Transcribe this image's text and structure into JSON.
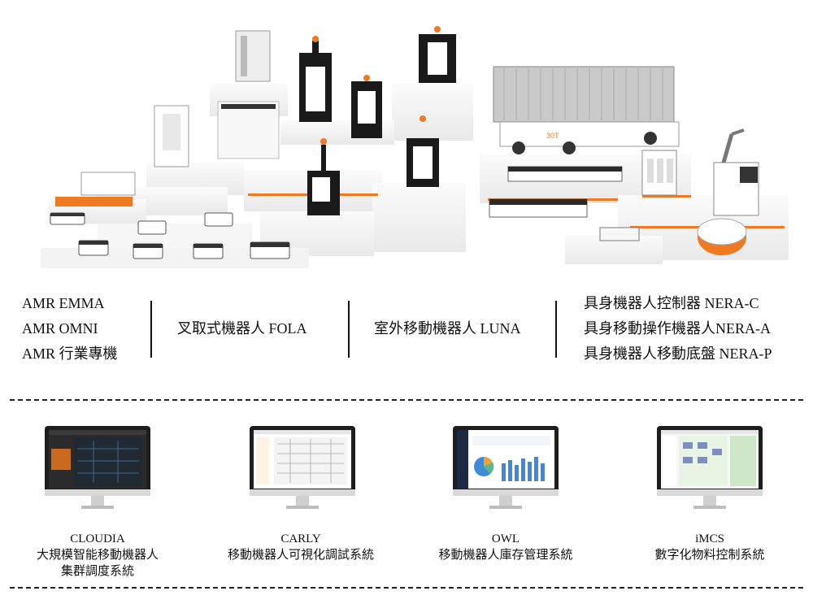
{
  "categories": {
    "amr": [
      "AMR EMMA",
      "AMR OMNI",
      "AMR 行業專機"
    ],
    "fola": "叉取式機器人 FOLA",
    "luna": "室外移動機器人 LUNA",
    "nera": [
      "具身機器人控制器 NERA-C",
      "具身移動操作機器人NERA-A",
      "具身機器人移動底盤 NERA-P"
    ]
  },
  "software": [
    {
      "name": "CLOUDIA",
      "desc1": "大規模智能移動機器人",
      "desc2": "集群調度系統"
    },
    {
      "name": "CARLY",
      "desc1": "移動機器人可視化調試系統",
      "desc2": ""
    },
    {
      "name": "OWL",
      "desc1": "移動機器人庫存管理系統",
      "desc2": ""
    },
    {
      "name": "iMCS",
      "desc1": "數字化物料控制系統",
      "desc2": ""
    }
  ],
  "container_label": "30T",
  "colors": {
    "accent": "#f07a22",
    "dark": "#1a1a1a",
    "platform": "#f1f1f1"
  }
}
